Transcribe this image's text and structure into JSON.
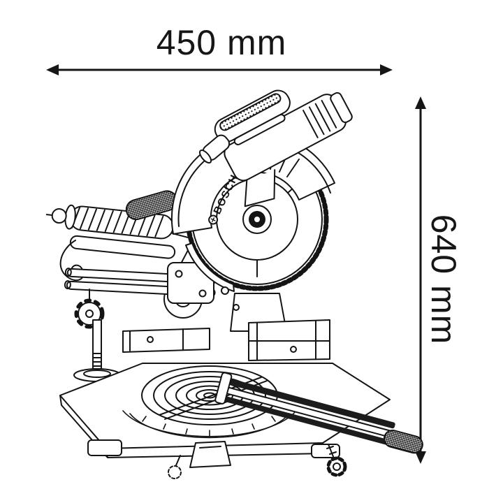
{
  "diagram": {
    "subject": "sliding-compound-mitre-saw-line-drawing",
    "brand": "BOSCH"
  },
  "dimensions": {
    "width_label": "450 mm",
    "height_label": "640 mm"
  },
  "colors": {
    "line": "#141414",
    "background": "#ffffff",
    "text": "#161616"
  }
}
